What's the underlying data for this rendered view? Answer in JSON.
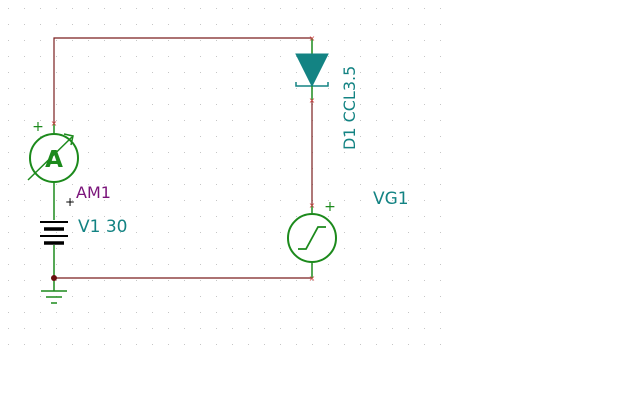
{
  "components": {
    "ammeter": {
      "symbol": "A",
      "name": "AM1",
      "plus": "+",
      "minus": "+"
    },
    "battery": {
      "label": "V1 30"
    },
    "diode": {
      "label": "D1 CCL3.5"
    },
    "generator": {
      "label": "VG1",
      "plus": "+"
    }
  },
  "colors": {
    "wire": "#7a1f1f",
    "component": "#1c8a1c",
    "component_label": "#138383",
    "meter_label": "#7a137a",
    "grid_dot": "#c6c6c6",
    "pin_marker": "#d04040",
    "junction": "#6a1010"
  }
}
